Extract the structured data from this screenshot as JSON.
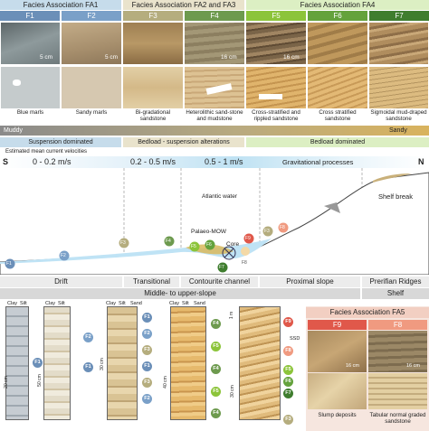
{
  "header": {
    "fa1": "Facies Association FA1",
    "fa23": "Facies Association FA2 and FA3",
    "fa4": "Facies Association FA4"
  },
  "facies": [
    {
      "code": "F1",
      "caption": "Blue marls",
      "color": "#6b8fb8",
      "photo": "#7f8a8c",
      "sketch": "#c5cbcc"
    },
    {
      "code": "F2",
      "caption": "Sandy marls",
      "color": "#7aa0c8",
      "photo": "#b09a7c",
      "sketch": "#d6c8b0"
    },
    {
      "code": "F3",
      "caption": "Bi-gradational sandstone",
      "color": "#b5ad7e",
      "photo": "#a8885a",
      "sketch": "#dcc79e"
    },
    {
      "code": "F4",
      "caption": "Heterolithic sand-stone and mudstone",
      "color": "#6d9a4e",
      "photo": "#9e8f6c",
      "sketch": "#d4b98a"
    },
    {
      "code": "F5",
      "caption": "Cross-stratified and rippled sandstone",
      "color": "#8cc43a",
      "photo": "#8a7153",
      "sketch": "#d8a862"
    },
    {
      "code": "F6",
      "caption": "Cross stratified sandstone",
      "color": "#64a23c",
      "photo": "#b58e55",
      "sketch": "#deb26c"
    },
    {
      "code": "F7",
      "caption": "Sigmoidal mud-draped sandstone",
      "color": "#3f7d2e",
      "photo": "#a98659",
      "sketch": "#d9b77a"
    }
  ],
  "scales": {
    "s1": "5 cm",
    "s2": "5 cm",
    "s4": "16 cm",
    "s5": "16 cm"
  },
  "bars": {
    "muddy": "Muddy",
    "sandy": "Sandy",
    "suspension": "Suspension dominated",
    "alternations": "Bedload - suspension alterations",
    "bedload": "Bedload dominated"
  },
  "velocity": {
    "title": "Estimated mean current velocities",
    "v1": "0 - 0.2 m/s",
    "v2": "0.2 - 0.5 m/s",
    "v3": "0.5 - 1 m/s",
    "gravitational": "Gravitational processes",
    "south": "S",
    "north": "N"
  },
  "profile": {
    "atlantic": "Atlantic water",
    "mow": "Palaeo-MOW",
    "core": "Core",
    "shelf_break": "Shelf break",
    "markers": [
      "F1",
      "F2",
      "F3",
      "F4",
      "F5",
      "F6",
      "F7",
      "F8",
      "F9",
      "F3",
      "F8"
    ]
  },
  "zones": {
    "drift": "Drift",
    "transitional": "Transitional",
    "contourite": "Contourite channel",
    "proximal": "Proximal slope",
    "perifrian": "Prerifian Ridges",
    "middle": "Middle- to upper-slope",
    "shelf": "Shelf"
  },
  "logs": {
    "clay": "Clay",
    "silt": "Silt",
    "sand": "Sand",
    "scale1": "20 cm",
    "scale2": "50 cm",
    "scale3": "30 cm",
    "scale4": "40 cm",
    "scale5": "1 m",
    "scale6": "30 cm",
    "ssd": "SSD",
    "col1_badges": [
      "F1"
    ],
    "col2_badges": [
      "F2",
      "F1"
    ],
    "col3_badges": [
      "F1",
      "F2",
      "F3",
      "F1",
      "F3",
      "F2"
    ],
    "col4_badges": [
      "F4",
      "F5",
      "F4",
      "F5",
      "F4"
    ],
    "col5_badges": [
      "F9",
      "F8",
      "F5",
      "F6",
      "F7",
      "F3"
    ]
  },
  "fa5": {
    "title": "Facies Association FA5",
    "f9": "F9",
    "f8": "F8",
    "scale9": "16 cm",
    "scale8": "16 cm",
    "cap9": "Slump deposits",
    "cap8": "Tabular normal graded sandstone"
  }
}
